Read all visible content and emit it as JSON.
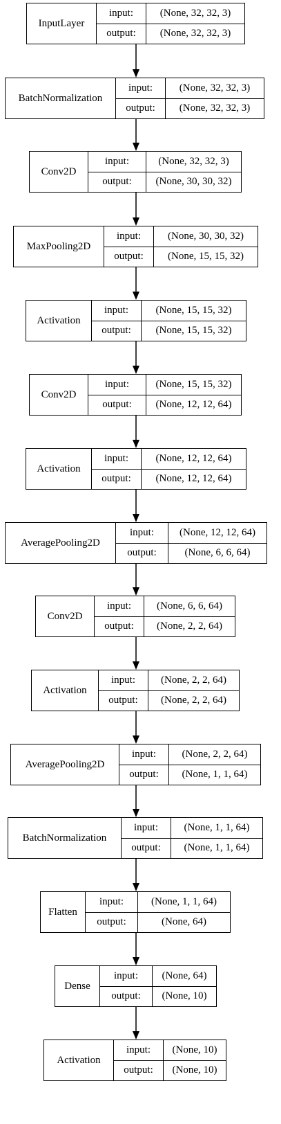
{
  "nodes": [
    {
      "label": "InputLayer",
      "input_label": "input:",
      "output_label": "output:",
      "input": "(None, 32, 32, 3)",
      "output": "(None, 32, 32, 3)"
    },
    {
      "label": "BatchNormalization",
      "input_label": "input:",
      "output_label": "output:",
      "input": "(None, 32, 32, 3)",
      "output": "(None, 32, 32, 3)"
    },
    {
      "label": "Conv2D",
      "input_label": "input:",
      "output_label": "output:",
      "input": "(None, 32, 32, 3)",
      "output": "(None, 30, 30, 32)"
    },
    {
      "label": "MaxPooling2D",
      "input_label": "input:",
      "output_label": "output:",
      "input": "(None, 30, 30, 32)",
      "output": "(None, 15, 15, 32)"
    },
    {
      "label": "Activation",
      "input_label": "input:",
      "output_label": "output:",
      "input": "(None, 15, 15, 32)",
      "output": "(None, 15, 15, 32)"
    },
    {
      "label": "Conv2D",
      "input_label": "input:",
      "output_label": "output:",
      "input": "(None, 15, 15, 32)",
      "output": "(None, 12, 12, 64)"
    },
    {
      "label": "Activation",
      "input_label": "input:",
      "output_label": "output:",
      "input": "(None, 12, 12, 64)",
      "output": "(None, 12, 12, 64)"
    },
    {
      "label": "AveragePooling2D",
      "input_label": "input:",
      "output_label": "output:",
      "input": "(None, 12, 12, 64)",
      "output": "(None, 6, 6, 64)"
    },
    {
      "label": "Conv2D",
      "input_label": "input:",
      "output_label": "output:",
      "input": "(None, 6, 6, 64)",
      "output": "(None, 2, 2, 64)"
    },
    {
      "label": "Activation",
      "input_label": "input:",
      "output_label": "output:",
      "input": "(None, 2, 2, 64)",
      "output": "(None, 2, 2, 64)"
    },
    {
      "label": "AveragePooling2D",
      "input_label": "input:",
      "output_label": "output:",
      "input": "(None, 2, 2, 64)",
      "output": "(None, 1, 1, 64)"
    },
    {
      "label": "BatchNormalization",
      "input_label": "input:",
      "output_label": "output:",
      "input": "(None, 1, 1, 64)",
      "output": "(None, 1, 1, 64)"
    },
    {
      "label": "Flatten",
      "input_label": "input:",
      "output_label": "output:",
      "input": "(None, 1, 1, 64)",
      "output": "(None, 64)"
    },
    {
      "label": "Dense",
      "input_label": "input:",
      "output_label": "output:",
      "input": "(None, 64)",
      "output": "(None, 10)"
    },
    {
      "label": "Activation",
      "input_label": "input:",
      "output_label": "output:",
      "input": "(None, 10)",
      "output": "(None, 10)"
    }
  ]
}
